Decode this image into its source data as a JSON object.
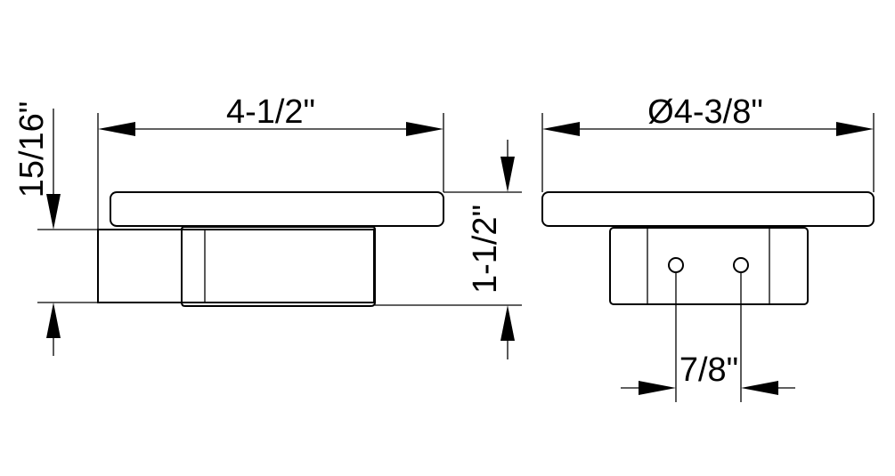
{
  "dimensions": {
    "total_width": "4-1/2\"",
    "plate_thickness": "15/16\"",
    "total_height": "1-1/2\"",
    "diameter": "Ø4-3/8\"",
    "hole_spacing": "7/8\""
  }
}
